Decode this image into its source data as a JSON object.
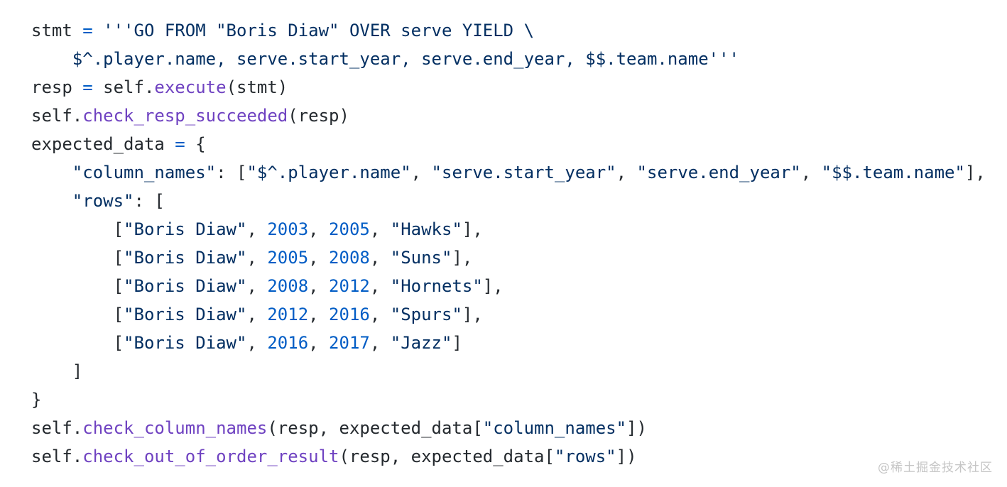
{
  "page": {
    "background": "#ffffff",
    "description": "python-code-snippet"
  },
  "colors": {
    "plain": "#24292e",
    "operator": "#005cc5",
    "string": "#032f62",
    "number": "#005cc5",
    "function": "#6f42c1",
    "watermark": "#c5c5c5"
  },
  "watermark": {
    "text": "@稀土掘金技术社区"
  },
  "code": {
    "language": "python",
    "lines": [
      [
        {
          "t": "stmt ",
          "c": "plain"
        },
        {
          "t": "=",
          "c": "operator"
        },
        {
          "t": " ",
          "c": "plain"
        },
        {
          "t": "'''GO FROM \"Boris Diaw\" OVER serve YIELD \\",
          "c": "string"
        }
      ],
      [
        {
          "t": "    $^.player.name, serve.start_year, serve.end_year, $$.team.name'''",
          "c": "string"
        }
      ],
      [
        {
          "t": "resp ",
          "c": "plain"
        },
        {
          "t": "=",
          "c": "operator"
        },
        {
          "t": " self.",
          "c": "plain"
        },
        {
          "t": "execute",
          "c": "function"
        },
        {
          "t": "(stmt)",
          "c": "plain"
        }
      ],
      [
        {
          "t": "self.",
          "c": "plain"
        },
        {
          "t": "check_resp_succeeded",
          "c": "function"
        },
        {
          "t": "(resp)",
          "c": "plain"
        }
      ],
      [
        {
          "t": "expected_data ",
          "c": "plain"
        },
        {
          "t": "=",
          "c": "operator"
        },
        {
          "t": " {",
          "c": "plain"
        }
      ],
      [
        {
          "t": "    ",
          "c": "plain"
        },
        {
          "t": "\"column_names\"",
          "c": "string"
        },
        {
          "t": ": [",
          "c": "plain"
        },
        {
          "t": "\"$^.player.name\"",
          "c": "string"
        },
        {
          "t": ", ",
          "c": "plain"
        },
        {
          "t": "\"serve.start_year\"",
          "c": "string"
        },
        {
          "t": ", ",
          "c": "plain"
        },
        {
          "t": "\"serve.end_year\"",
          "c": "string"
        },
        {
          "t": ", ",
          "c": "plain"
        },
        {
          "t": "\"$$.team.name\"",
          "c": "string"
        },
        {
          "t": "],",
          "c": "plain"
        }
      ],
      [
        {
          "t": "    ",
          "c": "plain"
        },
        {
          "t": "\"rows\"",
          "c": "string"
        },
        {
          "t": ": [",
          "c": "plain"
        }
      ],
      [
        {
          "t": "        [",
          "c": "plain"
        },
        {
          "t": "\"Boris Diaw\"",
          "c": "string"
        },
        {
          "t": ", ",
          "c": "plain"
        },
        {
          "t": "2003",
          "c": "number"
        },
        {
          "t": ", ",
          "c": "plain"
        },
        {
          "t": "2005",
          "c": "number"
        },
        {
          "t": ", ",
          "c": "plain"
        },
        {
          "t": "\"Hawks\"",
          "c": "string"
        },
        {
          "t": "],",
          "c": "plain"
        }
      ],
      [
        {
          "t": "        [",
          "c": "plain"
        },
        {
          "t": "\"Boris Diaw\"",
          "c": "string"
        },
        {
          "t": ", ",
          "c": "plain"
        },
        {
          "t": "2005",
          "c": "number"
        },
        {
          "t": ", ",
          "c": "plain"
        },
        {
          "t": "2008",
          "c": "number"
        },
        {
          "t": ", ",
          "c": "plain"
        },
        {
          "t": "\"Suns\"",
          "c": "string"
        },
        {
          "t": "],",
          "c": "plain"
        }
      ],
      [
        {
          "t": "        [",
          "c": "plain"
        },
        {
          "t": "\"Boris Diaw\"",
          "c": "string"
        },
        {
          "t": ", ",
          "c": "plain"
        },
        {
          "t": "2008",
          "c": "number"
        },
        {
          "t": ", ",
          "c": "plain"
        },
        {
          "t": "2012",
          "c": "number"
        },
        {
          "t": ", ",
          "c": "plain"
        },
        {
          "t": "\"Hornets\"",
          "c": "string"
        },
        {
          "t": "],",
          "c": "plain"
        }
      ],
      [
        {
          "t": "        [",
          "c": "plain"
        },
        {
          "t": "\"Boris Diaw\"",
          "c": "string"
        },
        {
          "t": ", ",
          "c": "plain"
        },
        {
          "t": "2012",
          "c": "number"
        },
        {
          "t": ", ",
          "c": "plain"
        },
        {
          "t": "2016",
          "c": "number"
        },
        {
          "t": ", ",
          "c": "plain"
        },
        {
          "t": "\"Spurs\"",
          "c": "string"
        },
        {
          "t": "],",
          "c": "plain"
        }
      ],
      [
        {
          "t": "        [",
          "c": "plain"
        },
        {
          "t": "\"Boris Diaw\"",
          "c": "string"
        },
        {
          "t": ", ",
          "c": "plain"
        },
        {
          "t": "2016",
          "c": "number"
        },
        {
          "t": ", ",
          "c": "plain"
        },
        {
          "t": "2017",
          "c": "number"
        },
        {
          "t": ", ",
          "c": "plain"
        },
        {
          "t": "\"Jazz\"",
          "c": "string"
        },
        {
          "t": "]",
          "c": "plain"
        }
      ],
      [
        {
          "t": "    ]",
          "c": "plain"
        }
      ],
      [
        {
          "t": "}",
          "c": "plain"
        }
      ],
      [
        {
          "t": "self.",
          "c": "plain"
        },
        {
          "t": "check_column_names",
          "c": "function"
        },
        {
          "t": "(resp, expected_data[",
          "c": "plain"
        },
        {
          "t": "\"column_names\"",
          "c": "string"
        },
        {
          "t": "])",
          "c": "plain"
        }
      ],
      [
        {
          "t": "self.",
          "c": "plain"
        },
        {
          "t": "check_out_of_order_result",
          "c": "function"
        },
        {
          "t": "(resp, expected_data[",
          "c": "plain"
        },
        {
          "t": "\"rows\"",
          "c": "string"
        },
        {
          "t": "])",
          "c": "plain"
        }
      ]
    ]
  }
}
